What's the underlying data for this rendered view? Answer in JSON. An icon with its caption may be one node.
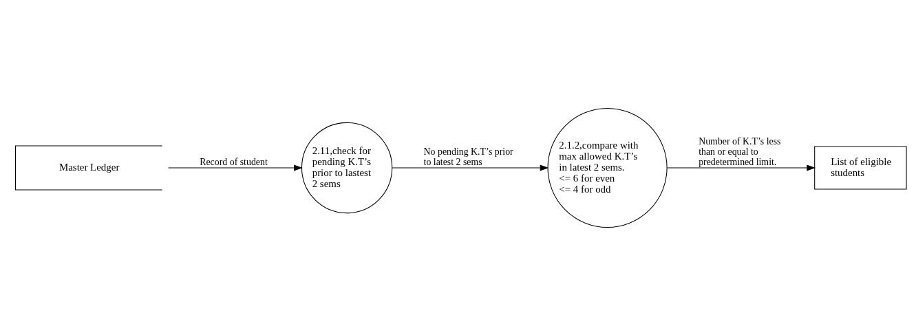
{
  "diagram": {
    "nodes": [
      {
        "text": [
          "Master Ledger"
        ]
      },
      {
        "text": [
          "2.11,check for pending K.T’s prior to lastest 2 sems"
        ]
      },
      {
        "text": [
          "2.1.2,compare with max allowed K.T’s in latest 2 sems.",
          "<= 6 for even",
          "<= 4 for odd"
        ]
      },
      {
        "text": [
          "List of eligible students"
        ]
      }
    ],
    "edges": [
      {
        "from": 0,
        "to": 1,
        "arrow": "to",
        "label": "Record of student"
      },
      {
        "from": 1,
        "to": 2,
        "arrow": "to",
        "label": "No pending K.T’s prior to latest 2 sems"
      },
      {
        "from": 2,
        "to": 3,
        "arrow": "to",
        "label": "Number of K.T’s less than or equal to predetermined limit."
      }
    ]
  }
}
